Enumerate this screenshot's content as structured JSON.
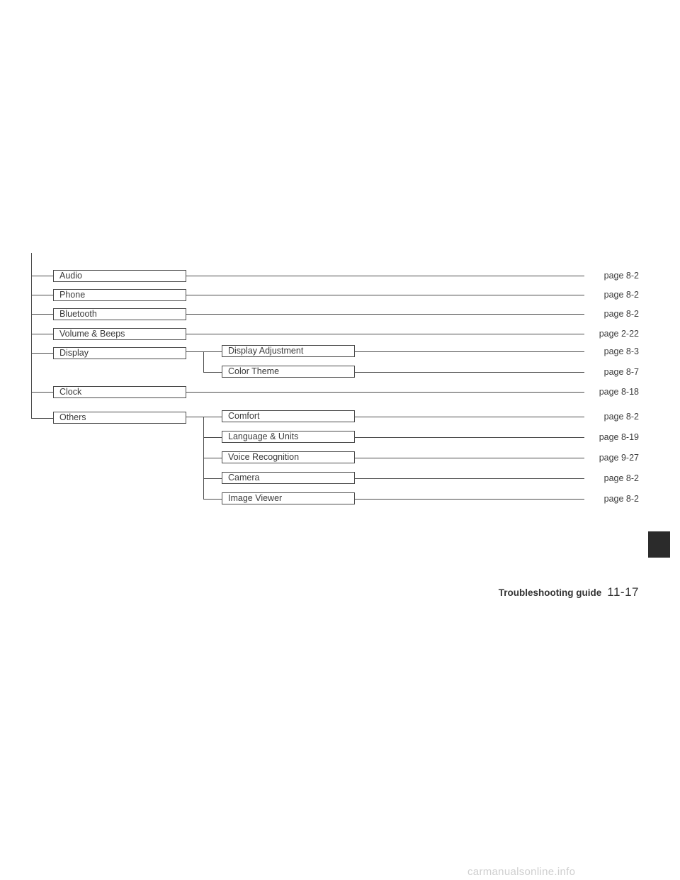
{
  "menu": {
    "items": [
      {
        "label": "Audio",
        "page": "page 8-2"
      },
      {
        "label": "Phone",
        "page": "page 8-2"
      },
      {
        "label": "Bluetooth",
        "page": "page 8-2"
      },
      {
        "label": "Volume & Beeps",
        "page": "page 2-22"
      },
      {
        "label": "Display",
        "children": [
          {
            "label": "Display Adjustment",
            "page": "page 8-3"
          },
          {
            "label": "Color Theme",
            "page": "page 8-7"
          }
        ]
      },
      {
        "label": "Clock",
        "page": "page 8-18"
      },
      {
        "label": "Others",
        "children": [
          {
            "label": "Comfort",
            "page": "page 8-2"
          },
          {
            "label": "Language & Units",
            "page": "page 8-19"
          },
          {
            "label": "Voice Recognition",
            "page": "page 9-27"
          },
          {
            "label": "Camera",
            "page": "page 8-2"
          },
          {
            "label": "Image Viewer",
            "page": "page 8-2"
          }
        ]
      }
    ]
  },
  "footer": {
    "section": "Troubleshooting guide",
    "page_number": "11-17"
  },
  "watermark": "carmanualsonline.info"
}
